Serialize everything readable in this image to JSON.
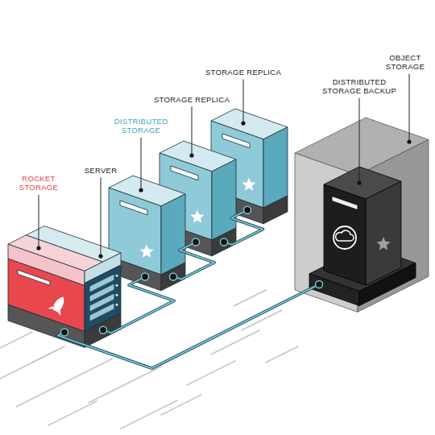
{
  "diagram": {
    "nodes": [
      {
        "text": [
          "ROCKET STORAGE"
        ]
      },
      {
        "text": [
          "SERVER"
        ]
      },
      {
        "text": [
          "DISTRIBUTED STORAGE"
        ]
      },
      {
        "text": [
          "STORAGE REPLICA"
        ]
      },
      {
        "text": [
          "STORAGE REPLICA"
        ]
      },
      {
        "text": [
          "OBJECT STORAGE"
        ]
      },
      {
        "text": [
          "DISTRIBUTED STORAGE BACKUP"
        ],
        "in": 5
      }
    ],
    "edges": [
      {
        "from": 1,
        "to": 2,
        "arrow": "none"
      },
      {
        "from": 2,
        "to": 3,
        "arrow": "none"
      },
      {
        "from": 3,
        "to": 4,
        "arrow": "none"
      },
      {
        "from": 0,
        "to": 6,
        "arrow": "none"
      }
    ]
  }
}
